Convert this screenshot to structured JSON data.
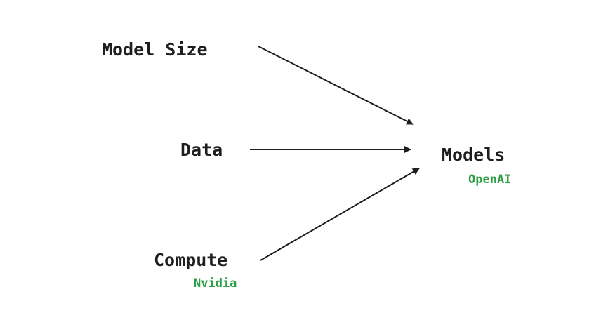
{
  "nodes": {
    "model_size": "Model Size",
    "data": "Data",
    "compute": "Compute",
    "models": "Models"
  },
  "annotations": {
    "models_sub": "OpenAI",
    "compute_sub": "Nvidia"
  },
  "edges": [
    {
      "from": "Model Size",
      "to": "Models"
    },
    {
      "from": "Data",
      "to": "Models"
    },
    {
      "from": "Compute",
      "to": "Models"
    }
  ],
  "colors": {
    "text": "#1e1e1e",
    "arrow": "#1e1e1e",
    "annotation": "#2f9e44",
    "background": "#ffffff"
  }
}
